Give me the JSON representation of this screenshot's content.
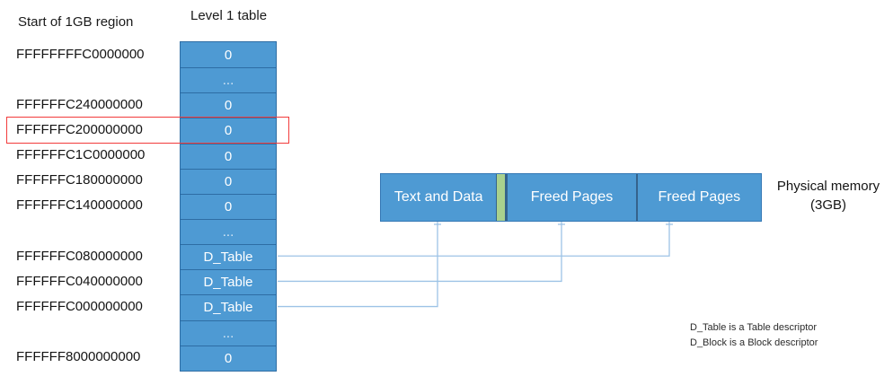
{
  "diagram": {
    "left_column_title": "Start of 1GB region",
    "table_title": "Level 1 table",
    "rows": [
      {
        "address": "FFFFFFFFC0000000",
        "value": "0",
        "highlighted": false
      },
      {
        "address": "",
        "value": "...",
        "highlighted": false
      },
      {
        "address": "FFFFFFC240000000",
        "value": "0",
        "highlighted": false
      },
      {
        "address": "FFFFFFC200000000",
        "value": "0",
        "highlighted": true
      },
      {
        "address": "FFFFFFC1C0000000",
        "value": "0",
        "highlighted": false
      },
      {
        "address": "FFFFFFC180000000",
        "value": "0",
        "highlighted": false
      },
      {
        "address": "FFFFFFC140000000",
        "value": "0",
        "highlighted": false
      },
      {
        "address": "",
        "value": "...",
        "highlighted": false
      },
      {
        "address": "FFFFFFC080000000",
        "value": "D_Table",
        "highlighted": false
      },
      {
        "address": "FFFFFFC040000000",
        "value": "D_Table",
        "highlighted": false
      },
      {
        "address": "FFFFFFC000000000",
        "value": "D_Table",
        "highlighted": false
      },
      {
        "address": "",
        "value": "...",
        "highlighted": false
      },
      {
        "address": "FFFFFF8000000000",
        "value": "0",
        "highlighted": false
      }
    ],
    "physical_memory": {
      "label_line1": "Physical memory",
      "label_line2": "(3GB)",
      "blocks": [
        {
          "label": "Text and Data",
          "type": "used"
        },
        {
          "label": "",
          "type": "green-strip"
        },
        {
          "label": "Freed Pages",
          "type": "freed"
        },
        {
          "label": "Freed Pages",
          "type": "freed"
        }
      ]
    },
    "connections": [
      {
        "row": 8,
        "block": 3
      },
      {
        "row": 9,
        "block": 2
      },
      {
        "row": 10,
        "block": 0
      }
    ],
    "notes": [
      "D_Table is a Table descriptor",
      "D_Block is a Block descriptor"
    ],
    "colors": {
      "cell_fill": "#4e9ad3",
      "cell_border": "#2e6da4",
      "bar_border": "#3578b5",
      "divider": "#35638c",
      "green_strip": "#a9d18e",
      "connector": "#9dc3e6",
      "highlight": "#f23b3b"
    }
  }
}
